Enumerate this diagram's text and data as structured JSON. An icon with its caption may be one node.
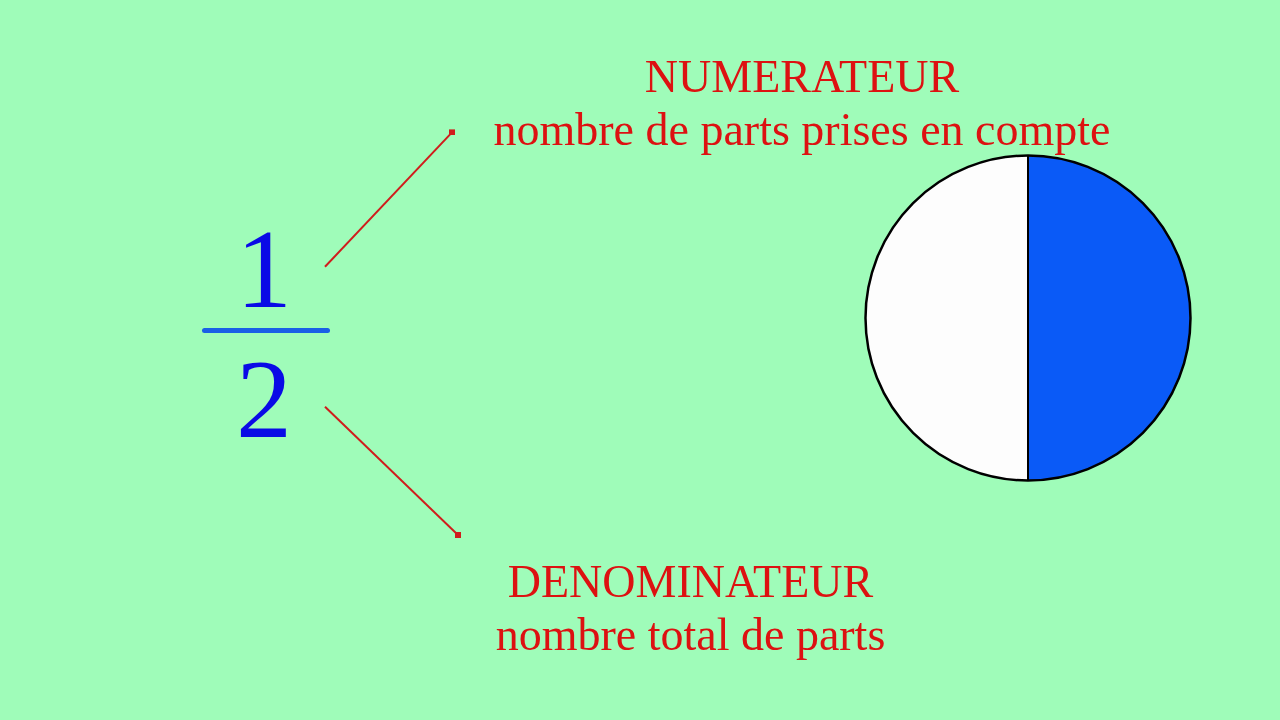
{
  "diagram": {
    "nodes": [
      {
        "text": [
          "1"
        ]
      },
      {
        "text": [
          "2"
        ]
      },
      {
        "text": [
          "NUMERATEUR",
          "nombre de parts prises en compte"
        ]
      },
      {
        "text": [
          "DENOMINATEUR",
          "nombre total de parts"
        ]
      }
    ],
    "edges": [
      {
        "from": 0,
        "to": 2,
        "arrow": "other"
      },
      {
        "from": 1,
        "to": 3,
        "arrow": "other"
      }
    ]
  }
}
